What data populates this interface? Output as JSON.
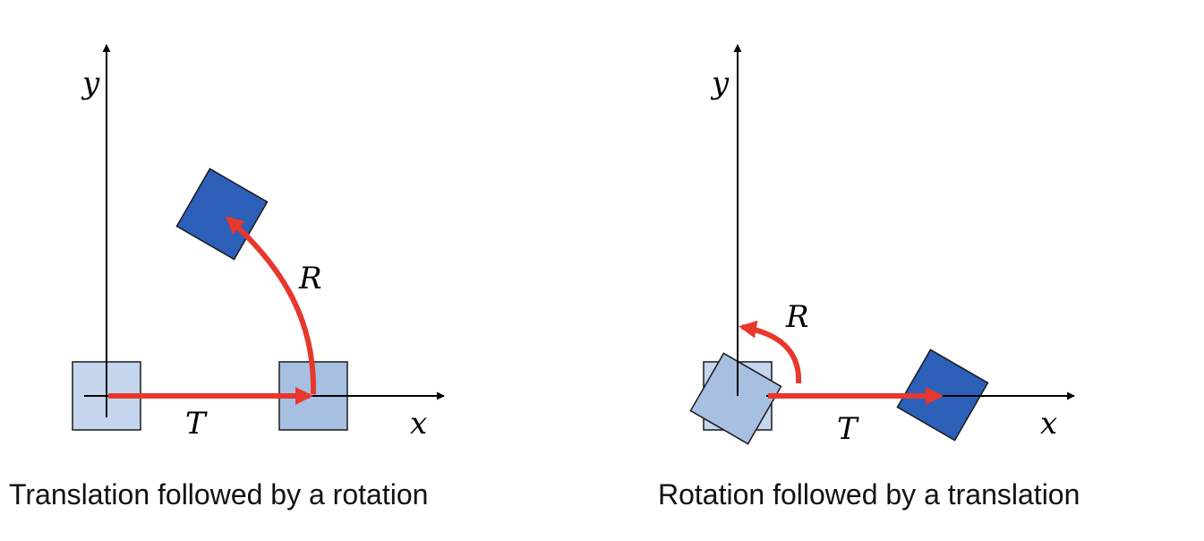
{
  "colors": {
    "original_box": "#c5d6ee",
    "intermediate_box": "#a7c0e1",
    "final_box": "#2c5fb8",
    "arrow": "#e8372c"
  },
  "left_panel": {
    "x_label": "x",
    "y_label": "y",
    "translation_label": "T",
    "rotation_label": "R",
    "caption": "Translation followed by a rotation"
  },
  "right_panel": {
    "x_label": "x",
    "y_label": "y",
    "translation_label": "T",
    "rotation_label": "R",
    "caption": "Rotation followed by a translation"
  }
}
